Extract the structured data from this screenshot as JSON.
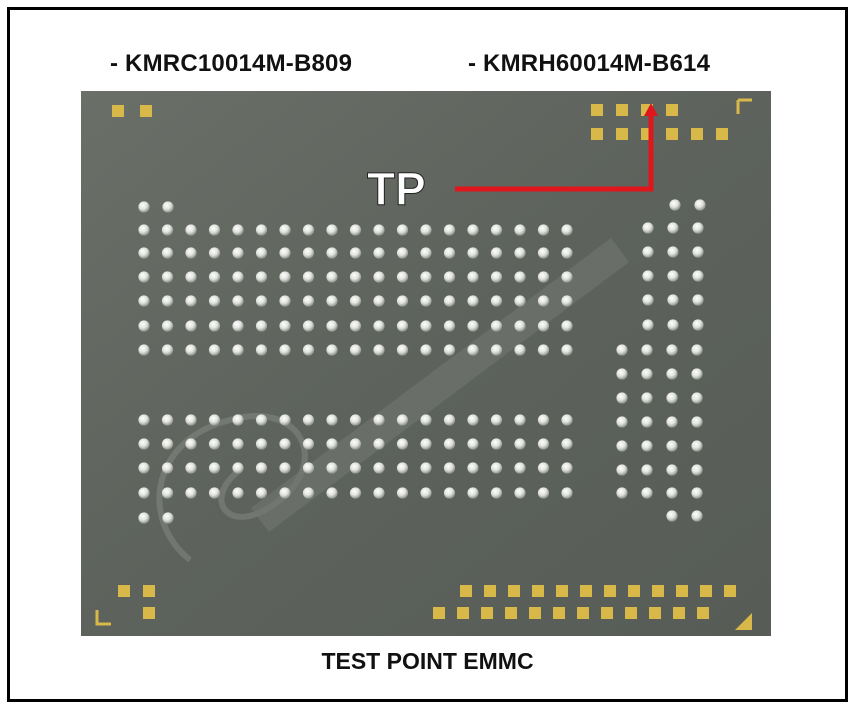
{
  "header": {
    "part_1": "- KMRC10014M-B809",
    "part_2": "- KMRH60014M-B614"
  },
  "chip": {
    "tp_label": "TP",
    "colors": {
      "board": "#5f645e",
      "pad": "#d9b84a",
      "ball": "#e9ebe6",
      "arrow": "#e0161d",
      "frame": "#000000"
    }
  },
  "footer": {
    "caption": "TEST POINT EMMC"
  }
}
